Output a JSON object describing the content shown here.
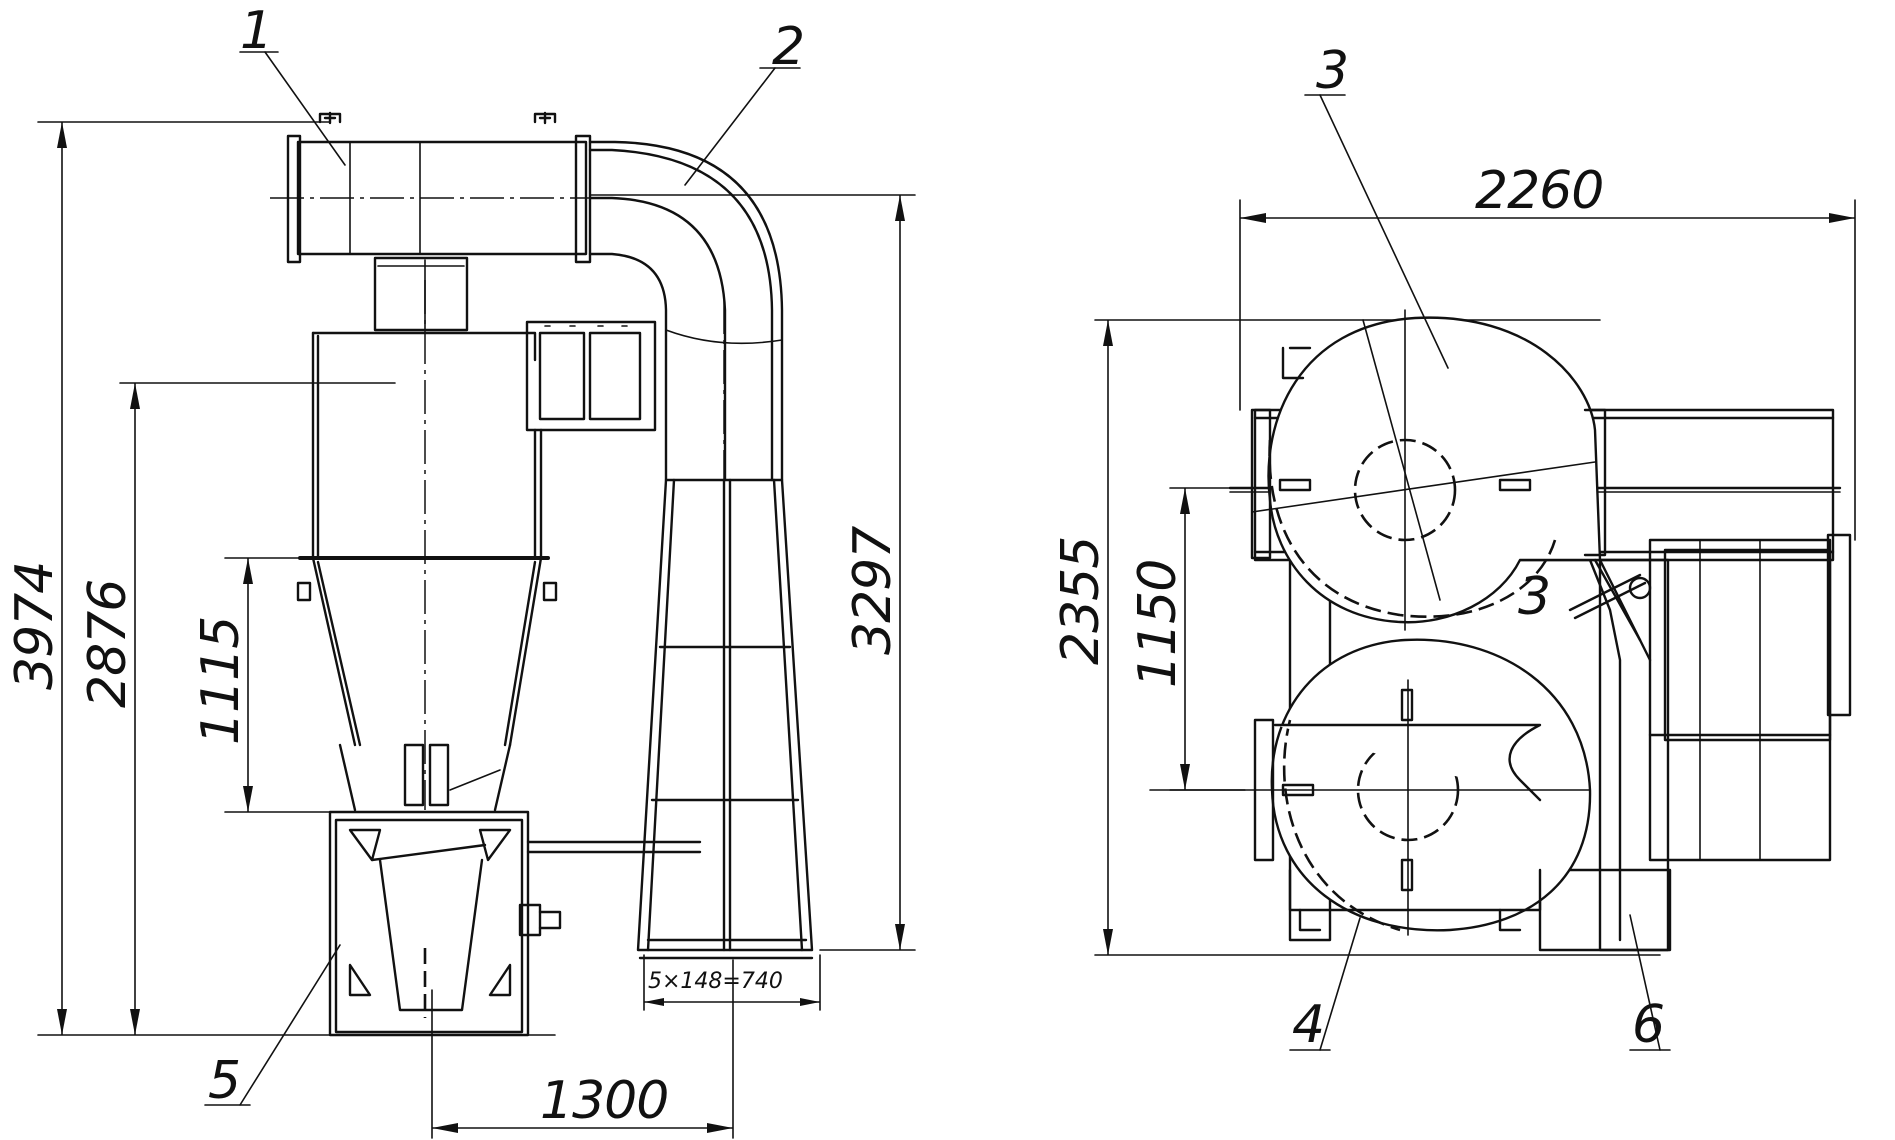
{
  "drawing": {
    "views": [
      "side-view",
      "plan-view"
    ],
    "callouts": [
      {
        "id": "c1",
        "label": "1"
      },
      {
        "id": "c2",
        "label": "2"
      },
      {
        "id": "c3a",
        "label": "3"
      },
      {
        "id": "c3b",
        "label": "3"
      },
      {
        "id": "c4",
        "label": "4"
      },
      {
        "id": "c5",
        "label": "5"
      },
      {
        "id": "c6",
        "label": "6"
      }
    ],
    "dimensions": {
      "total_height": "3974",
      "cyclone_height": "2876",
      "cone_height": "1115",
      "duct_height": "3297",
      "support_spacing": "5×148=740",
      "base_offset": "1300",
      "plan_width": "2260",
      "plan_depth": "2355",
      "fan_spacing": "1150"
    }
  }
}
